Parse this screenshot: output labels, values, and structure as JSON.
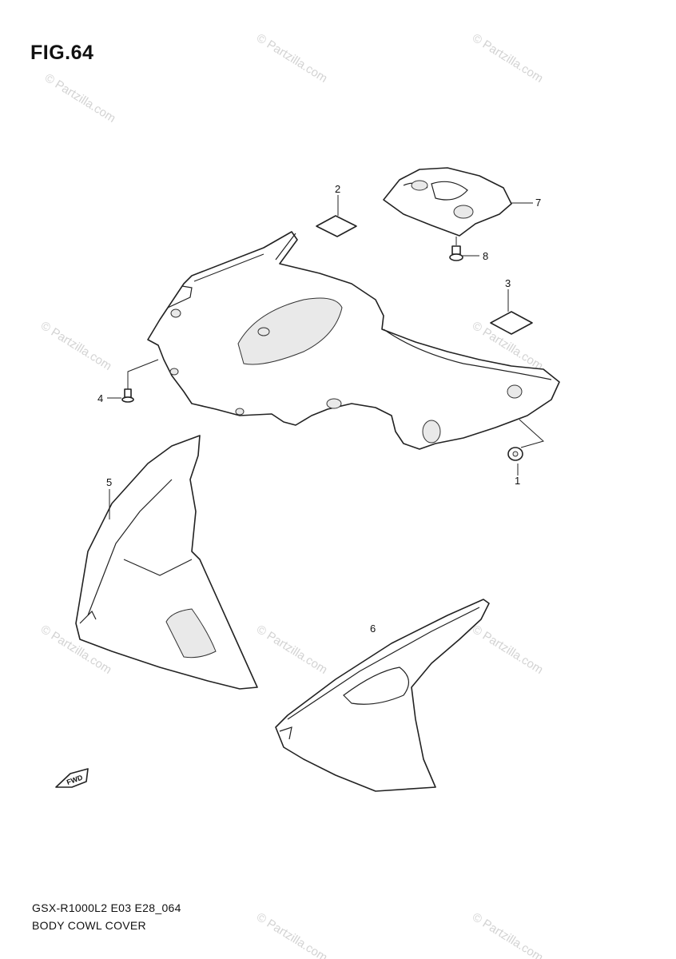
{
  "figure": {
    "title": "FIG.64",
    "footer_code": "GSX-R1000L2 E03 E28_064",
    "footer_name": "BODY COWL COVER"
  },
  "watermark": "© Partzilla.com",
  "front_arrow_label": "FWD",
  "callouts": {
    "c1": "1",
    "c2": "2",
    "c3": "3",
    "c4": "4",
    "c5": "5",
    "c6": "6",
    "c7": "7",
    "c8": "8"
  }
}
